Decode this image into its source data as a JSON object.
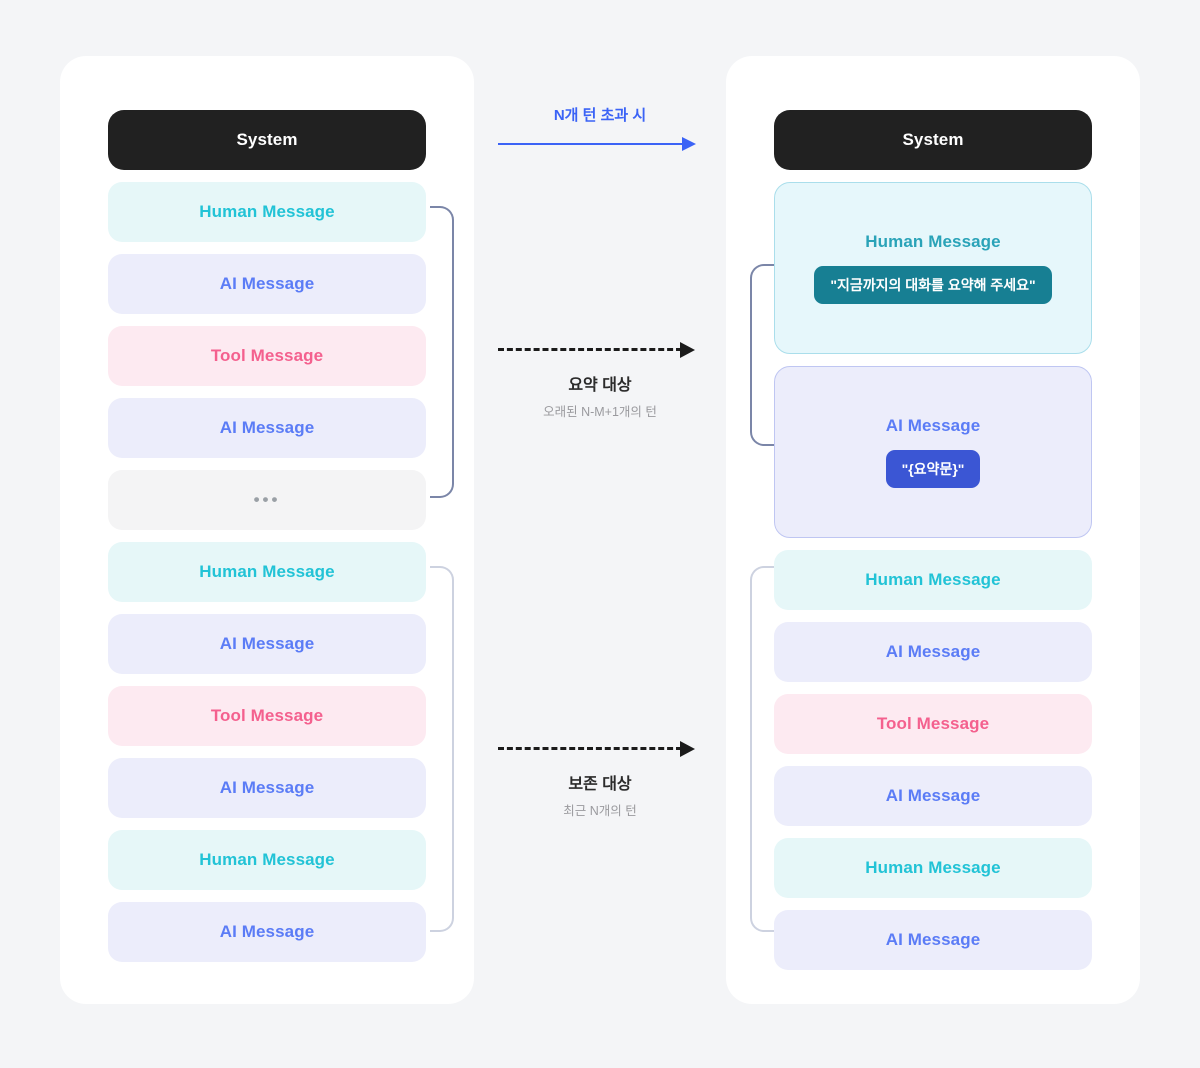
{
  "theme": {
    "page_background": "#f4f5f7",
    "panel_background": "#ffffff",
    "system_color": "#212121",
    "human_color": "#22c3d6",
    "ai_color": "#5b7cf6",
    "tool_color": "#f4608e",
    "accent_blue": "#3b63f6",
    "pill_teal": "#177f93",
    "pill_blue": "#3b56d4"
  },
  "left_panel": {
    "name": "before-summarization-panel",
    "messages": [
      {
        "type": "system",
        "label": "System"
      },
      {
        "type": "human",
        "label": "Human Message"
      },
      {
        "type": "ai",
        "label": "AI Message"
      },
      {
        "type": "tool",
        "label": "Tool Message"
      },
      {
        "type": "ai",
        "label": "AI Message"
      },
      {
        "type": "ellipsis",
        "label": "•••"
      },
      {
        "type": "human",
        "label": "Human Message"
      },
      {
        "type": "ai",
        "label": "AI Message"
      },
      {
        "type": "tool",
        "label": "Tool Message"
      },
      {
        "type": "ai",
        "label": "AI Message"
      },
      {
        "type": "human",
        "label": "Human Message"
      },
      {
        "type": "ai",
        "label": "AI Message"
      }
    ]
  },
  "right_panel": {
    "name": "after-summarization-panel",
    "system": {
      "type": "system",
      "label": "System"
    },
    "summary_cards": [
      {
        "type": "human",
        "title": "Human Message",
        "pill": "\"지금까지의 대화를 요약해 주세요\"",
        "pill_color": "teal"
      },
      {
        "type": "ai",
        "title": "AI Message",
        "pill": "\"{요약문}\"",
        "pill_color": "blue"
      }
    ],
    "retained_messages": [
      {
        "type": "human",
        "label": "Human Message"
      },
      {
        "type": "ai",
        "label": "AI Message"
      },
      {
        "type": "tool",
        "label": "Tool Message"
      },
      {
        "type": "ai",
        "label": "AI Message"
      },
      {
        "type": "human",
        "label": "Human Message"
      },
      {
        "type": "ai",
        "label": "AI Message"
      }
    ]
  },
  "connectors": {
    "top_arrow": {
      "caption": "N개 턴 초과 시",
      "style": "solid",
      "color": "#3b63f6"
    },
    "summarize_arrow": {
      "caption": "요약 대상",
      "subcaption": "오래된 N-M+1개의 턴",
      "style": "dashed",
      "color": "#1b1b1b"
    },
    "retain_arrow": {
      "caption": "보존 대상",
      "subcaption": "최근 N개의 턴",
      "style": "dashed",
      "color": "#1b1b1b"
    }
  }
}
